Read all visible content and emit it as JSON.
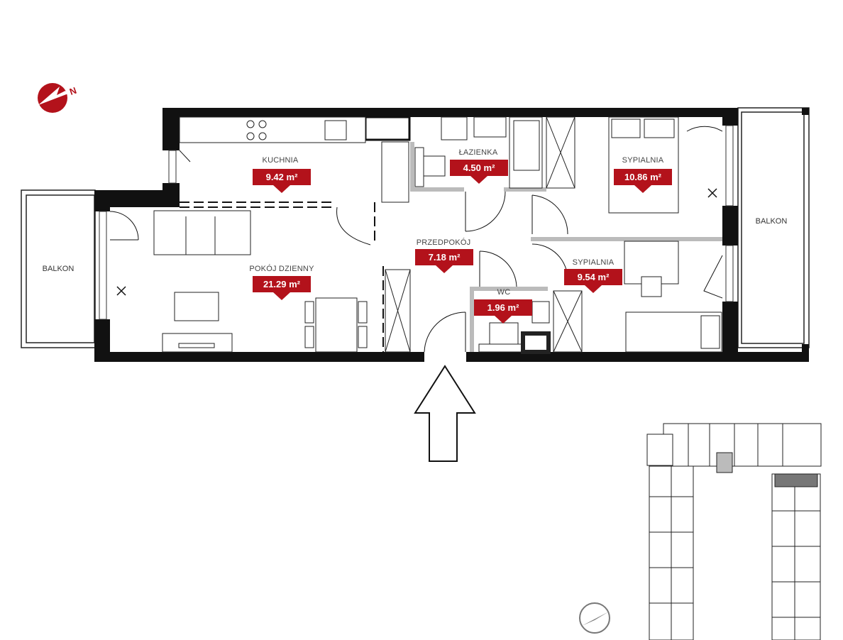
{
  "colors": {
    "accent": "#b3121b",
    "wall": "#111111",
    "partition": "#bbbbbb"
  },
  "compass": {
    "label": "N"
  },
  "rooms": [
    {
      "name": "KUCHNIA",
      "area": "9.42 m²"
    },
    {
      "name": "ŁAZIENKA",
      "area": "4.50 m²"
    },
    {
      "name": "SYPIALNIA",
      "area": "10.86 m²"
    },
    {
      "name": "PRZEDPOKÓJ",
      "area": "7.18 m²"
    },
    {
      "name": "POKÓJ DZIENNY",
      "area": "21.29 m²"
    },
    {
      "name": "SYPIALNIA",
      "area": "9.54 m²"
    },
    {
      "name": "WC",
      "area": "1.96 m²"
    }
  ],
  "balconies": [
    {
      "name": "BALKON"
    },
    {
      "name": "BALKON"
    }
  ],
  "entrance_icon": "arrow-up-icon"
}
